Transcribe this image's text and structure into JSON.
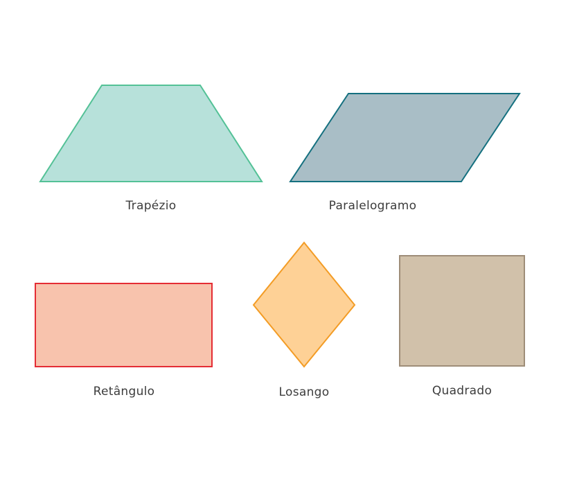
{
  "shapes": {
    "trapezoid": {
      "label": "Trapézio",
      "fill": "#b7e1da",
      "stroke": "#53c196"
    },
    "parallelogram": {
      "label": "Paralelogramo",
      "fill": "#a9bec6",
      "stroke": "#14707f"
    },
    "rectangle": {
      "label": "Retângulo",
      "fill": "#f8c3ad",
      "stroke": "#e42c34"
    },
    "rhombus": {
      "label": "Losango",
      "fill": "#fed196",
      "stroke": "#f39c25"
    },
    "square": {
      "label": "Quadrado",
      "fill": "#d1c1aa",
      "stroke": "#9e8d78"
    }
  }
}
